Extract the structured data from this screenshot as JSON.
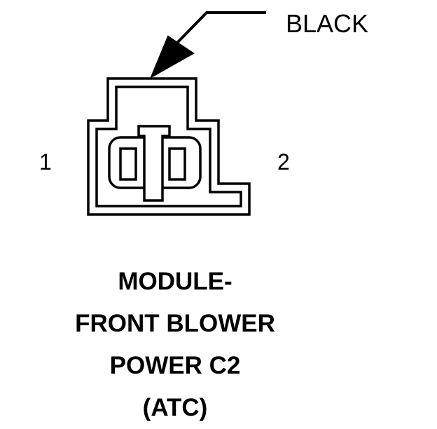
{
  "callout": {
    "label": "BLACK"
  },
  "pins": {
    "left": "1",
    "right": "2"
  },
  "title": {
    "lines": [
      "MODULE-",
      "FRONT BLOWER",
      "POWER C2",
      "(ATC)"
    ]
  }
}
